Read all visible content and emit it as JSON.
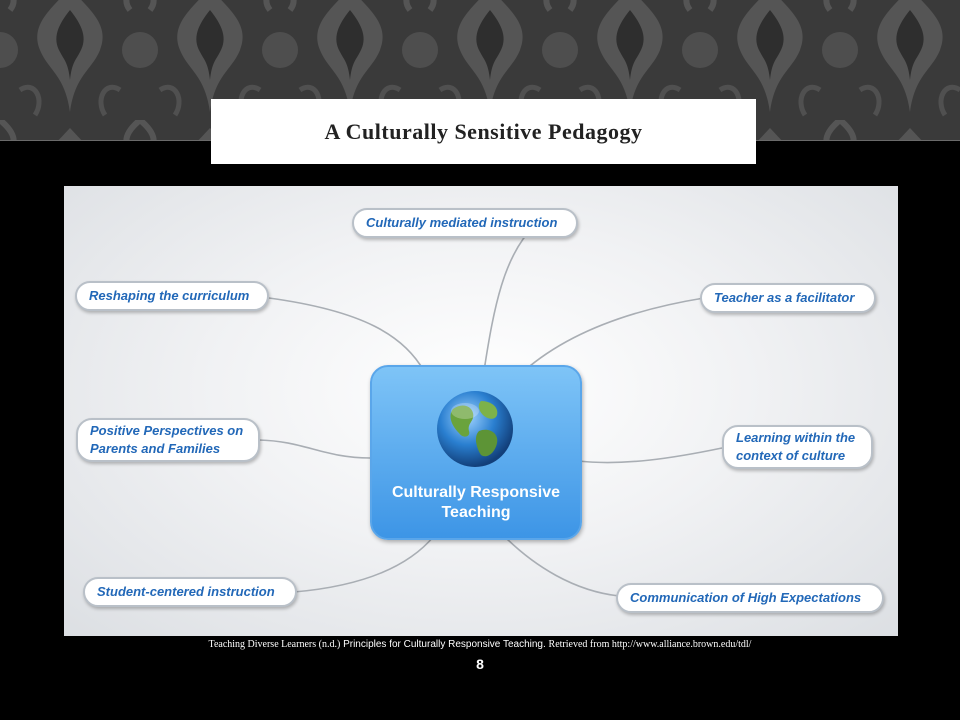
{
  "slide": {
    "title": "A Culturally Sensitive Pedagogy",
    "page_number": "8"
  },
  "mindmap": {
    "center": {
      "line1": "Culturally Responsive",
      "line2": "Teaching",
      "icon": "globe-icon"
    },
    "nodes": {
      "culturally_mediated": "Culturally mediated instruction",
      "reshaping_curriculum": "Reshaping the curriculum",
      "teacher_facilitator": "Teacher as a facilitator",
      "positive_perspectives_1": "Positive Perspectives on",
      "positive_perspectives_2": "Parents and Families",
      "learning_context_1": "Learning within the",
      "learning_context_2": "context of culture",
      "student_centered": "Student-centered instruction",
      "high_expectations": "Communication of High Expectations"
    },
    "colors": {
      "node_text": "#2268b8",
      "center_fill": "#4ca3ec"
    }
  },
  "citation": {
    "part1": "Teaching Diverse Learners (n.d.)",
    "part2": "Principles for Culturally Responsive Teaching.",
    "part3": "Retrieved from http://www.alliance.brown.edu/tdl/"
  }
}
